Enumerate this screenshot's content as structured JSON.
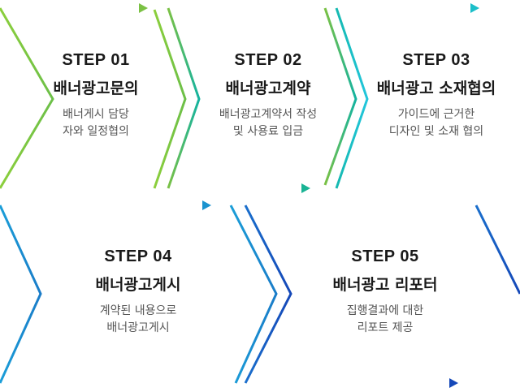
{
  "colors": {
    "green": "#7bc144",
    "teal": "#1ab394",
    "cyan": "#22c3d6",
    "sky": "#1a93cf",
    "navy": "#1659c1"
  },
  "steps": [
    {
      "label": "STEP 01",
      "title": "배너광고문의",
      "desc1": "배너게시 담당",
      "desc2": "자와 일정협의"
    },
    {
      "label": "STEP 02",
      "title": "배너광고계약",
      "desc1": "배너광고계약서 작성",
      "desc2": "및 사용료 입금"
    },
    {
      "label": "STEP 03",
      "title": "배너광고 소재협의",
      "desc1": "가이드에 근거한",
      "desc2": "디자인 및 소재 협의"
    },
    {
      "label": "STEP 04",
      "title": "배너광고게시",
      "desc1": "계약된 내용으로",
      "desc2": "배너광고게시"
    },
    {
      "label": "STEP 05",
      "title": "배너광고 리포터",
      "desc1": "집행결과에 대한",
      "desc2": "리포트 제공"
    }
  ]
}
